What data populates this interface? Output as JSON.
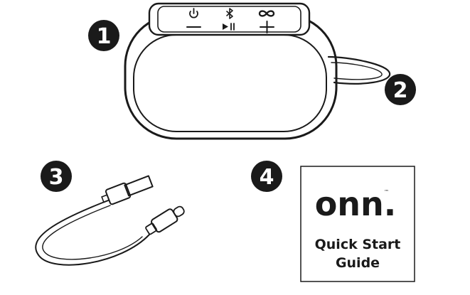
{
  "badges": [
    {
      "number": "1"
    },
    {
      "number": "2"
    },
    {
      "number": "3"
    },
    {
      "number": "4"
    }
  ],
  "quick_start_guide": {
    "brand": "onn.",
    "trademark": "™",
    "title_line1": "Quick Start",
    "title_line2": "Guide"
  },
  "speaker_buttons": {
    "top_row": [
      "power-icon",
      "bluetooth-icon",
      "infinity-icon"
    ],
    "bottom_row": [
      "minus-icon",
      "play-pause-icon",
      "plus-icon"
    ]
  },
  "colors": {
    "ink": "#1a1a1a",
    "badge": "#1a1a1a",
    "background": "#ffffff"
  }
}
